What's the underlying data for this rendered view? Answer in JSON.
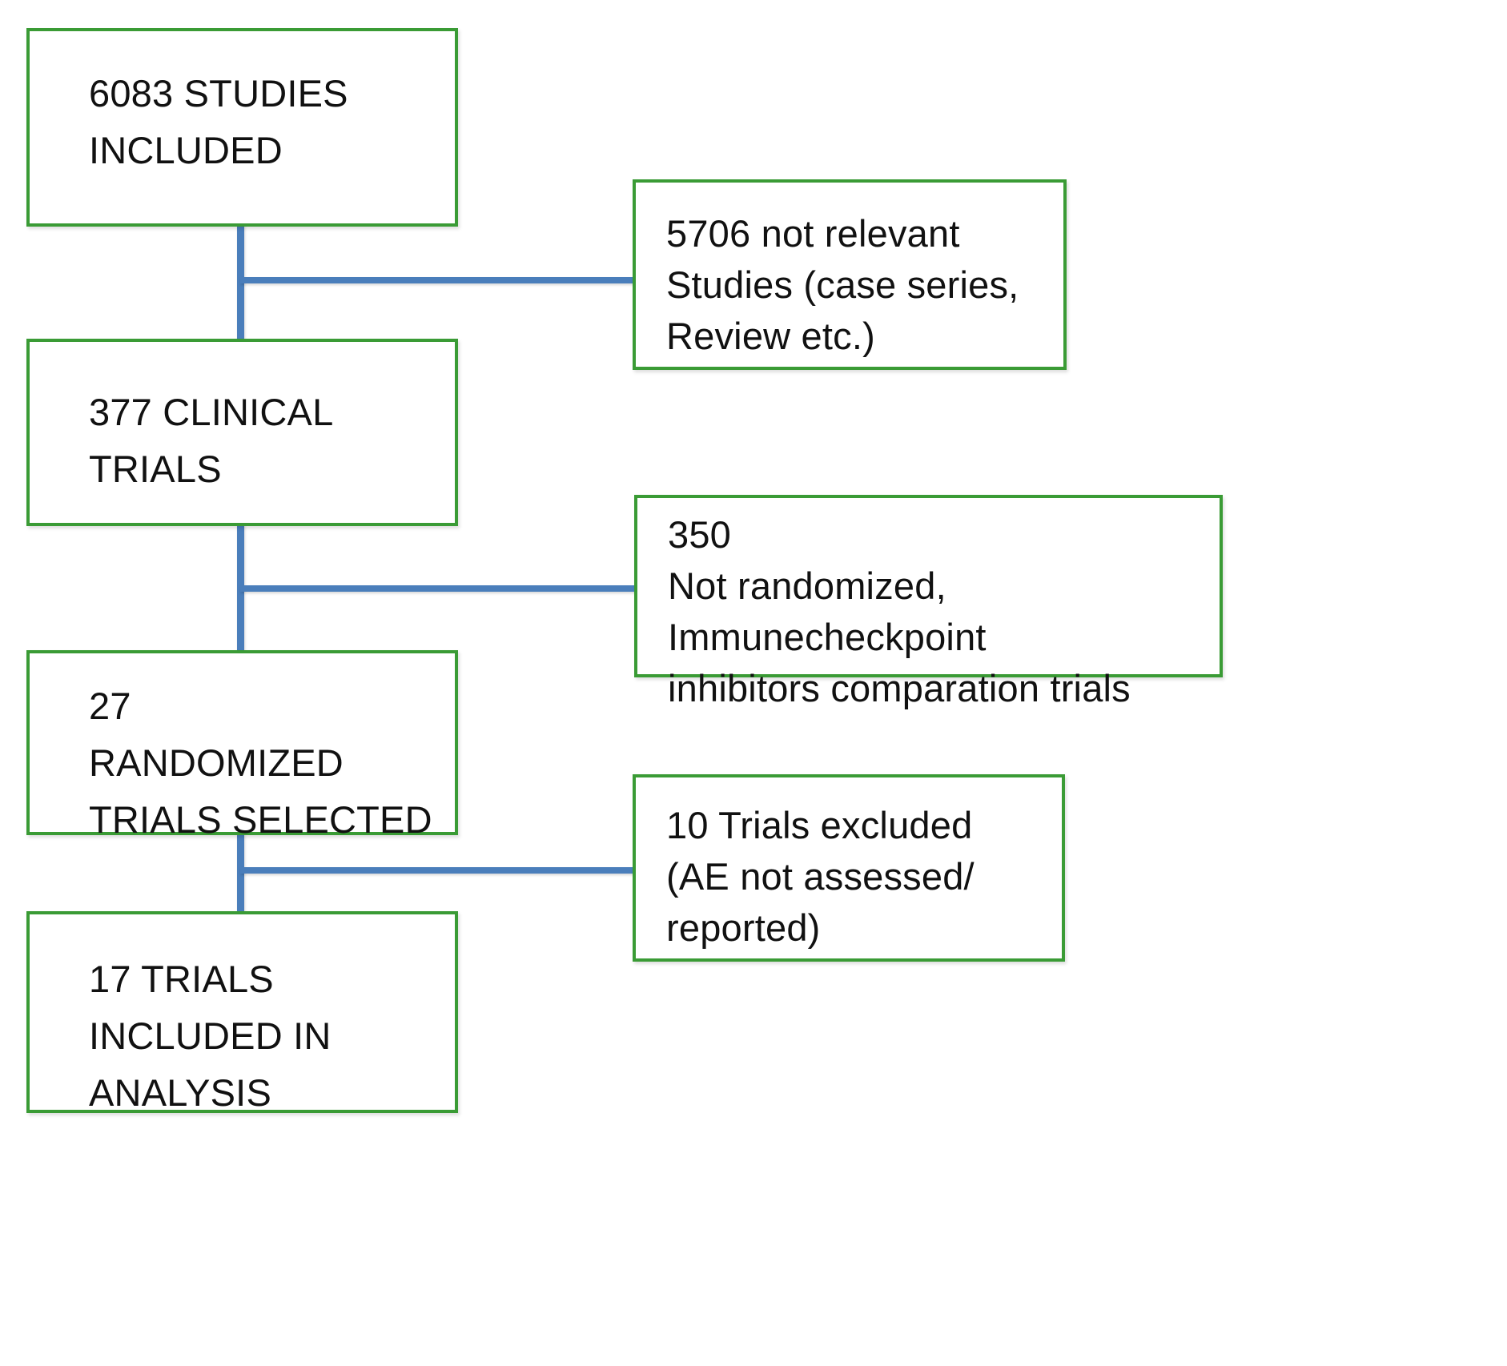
{
  "diagram": {
    "title": "Study selection flow diagram",
    "colors": {
      "box_border": "#3a9b35",
      "connector": "#4a7ebb",
      "box_fill": "#ffffff",
      "text": "#111111"
    },
    "main_nodes": [
      {
        "id": "included",
        "text": "6083 STUDIES\nINCLUDED"
      },
      {
        "id": "clinical",
        "text": "377 CLINICAL\nTRIALS"
      },
      {
        "id": "randomized",
        "text": "27\nRANDOMIZED\nTRIALS SELECTED"
      },
      {
        "id": "analysis",
        "text": "17 TRIALS\nINCLUDED IN\nANALYSIS"
      }
    ],
    "side_nodes": [
      {
        "id": "notrelevant",
        "text": "5706 not relevant\nStudies (case series,\nReview etc.)"
      },
      {
        "id": "notrandomized",
        "text": "350\nNot randomized,\nImmunecheckpoint\n inhibitors comparation trials"
      },
      {
        "id": "excluded",
        "text": "10 Trials excluded\n(AE not assessed/\nreported)"
      }
    ]
  }
}
